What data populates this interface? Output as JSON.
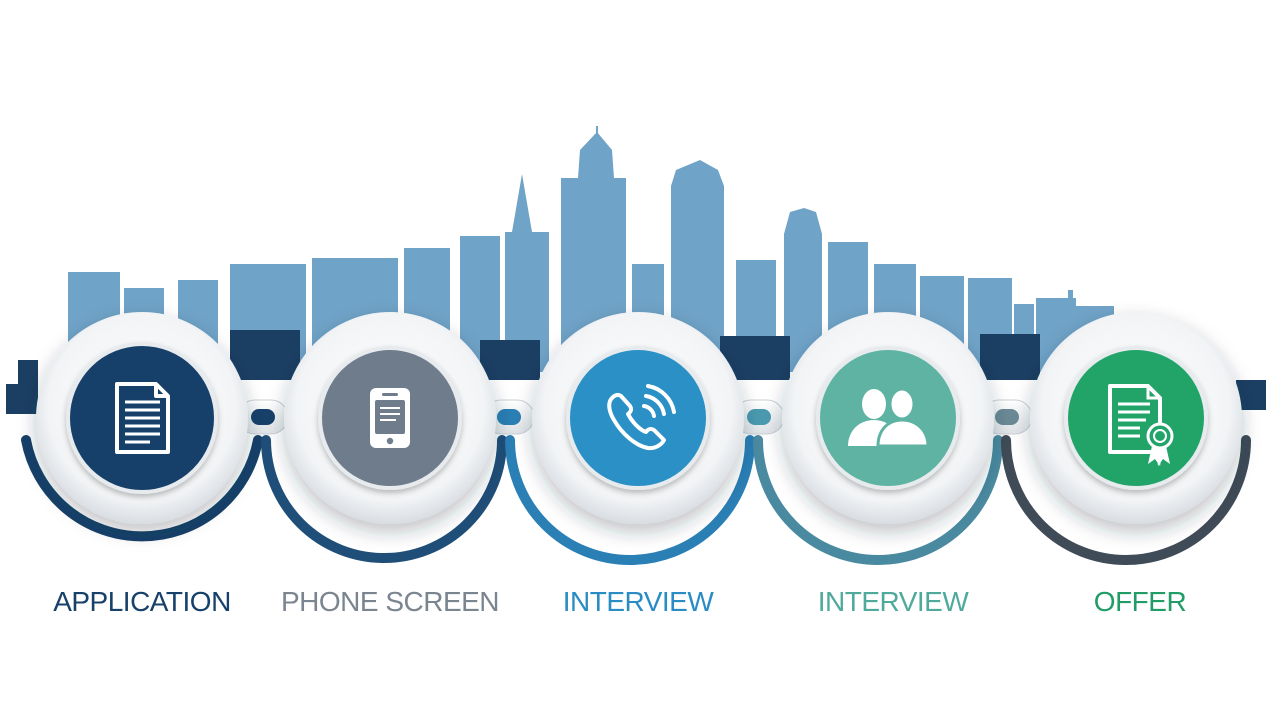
{
  "steps": [
    {
      "label": "APPLICATION",
      "icon": "document-icon",
      "color": "#17416a",
      "text_color": "#17416a"
    },
    {
      "label": "PHONE SCREEN",
      "icon": "mobile-phone-icon",
      "color": "#6e7c8c",
      "text_color": "#7b858f"
    },
    {
      "label": "INTERVIEW",
      "icon": "phone-call-icon",
      "color": "#2a90c6",
      "text_color": "#2a8cc4"
    },
    {
      "label": "INTERVIEW",
      "icon": "two-people-icon",
      "color": "#5fb3a2",
      "text_color": "#4faa9c"
    },
    {
      "label": "OFFER",
      "icon": "certificate-icon",
      "color": "#20a469",
      "text_color": "#219c66"
    }
  ],
  "colors": {
    "skyline_light": "#6fa3c7",
    "skyline_dark": "#1b3f63",
    "background": "#ffffff"
  }
}
